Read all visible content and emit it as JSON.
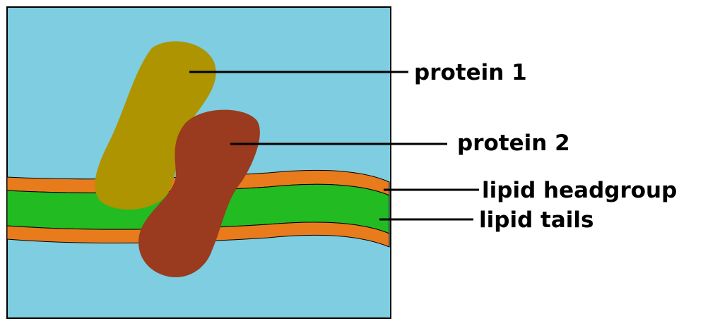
{
  "labels": {
    "protein_1": "protein 1",
    "protein_2": "protein 2",
    "lipid_headgroup": "lipid headgroup",
    "lipid_tails": "lipid tails"
  },
  "colors": {
    "background_water": "#7ecde0",
    "protein_1": "#ad9400",
    "protein_2": "#9a3a1e",
    "lipid_headgroup": "#e87b1c",
    "lipid_tails": "#22bb22",
    "outline": "#000000"
  }
}
